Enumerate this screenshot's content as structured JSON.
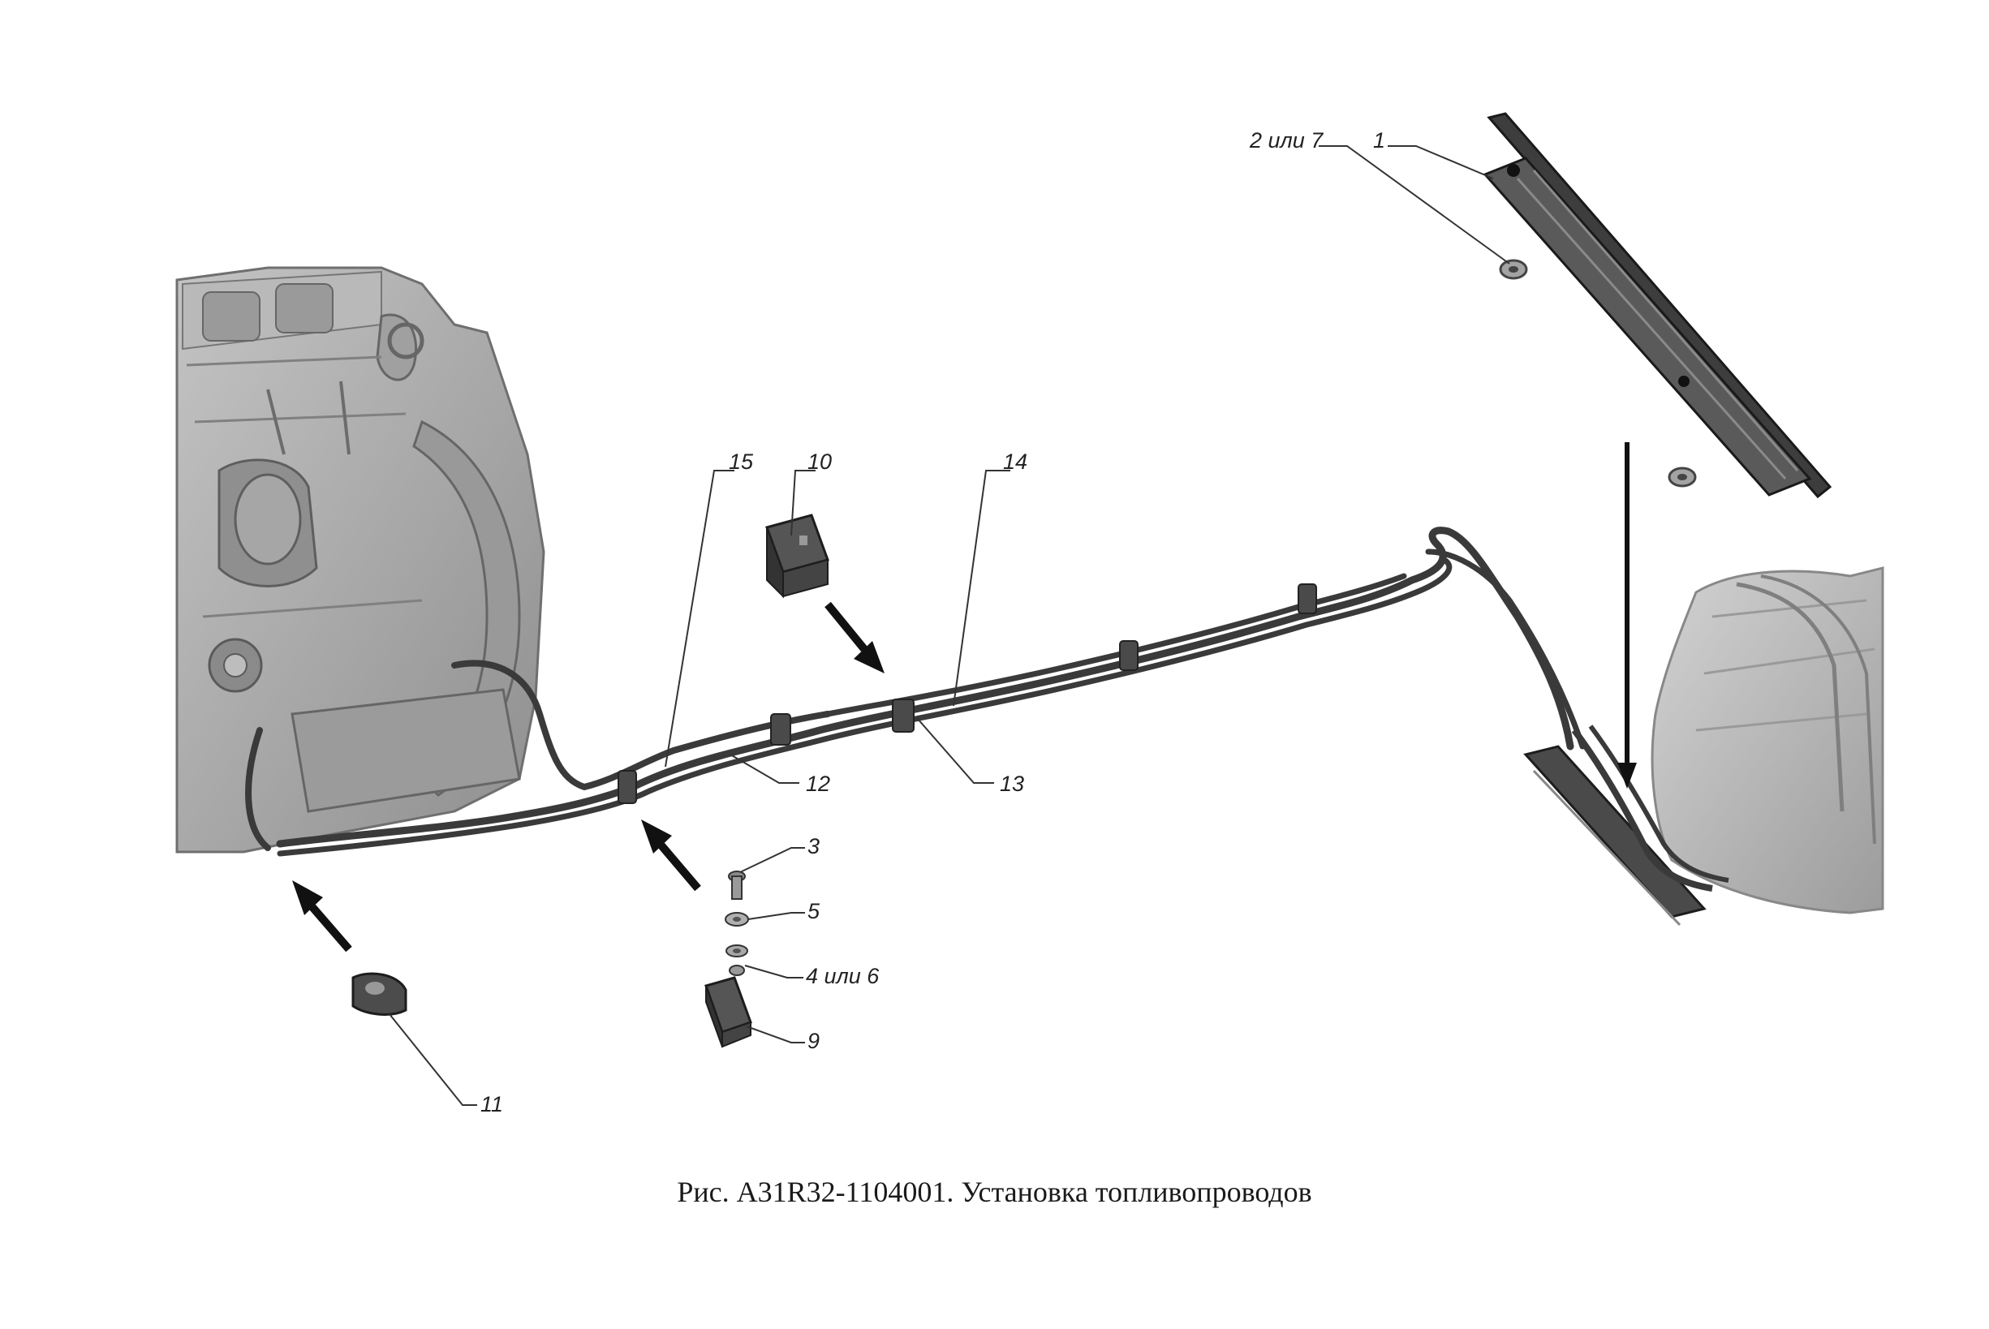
{
  "figure": {
    "caption": "Рис. A31R32-1104001. Установка топливопроводов",
    "colors": {
      "engine": "#a9a9a9",
      "engine_dark": "#7d7d7d",
      "pipe": "#3a3a3a",
      "bracket": "#4a4a4a",
      "tank": "#b8b8b8",
      "arrow": "#111111",
      "leader": "#333333"
    }
  },
  "callouts": {
    "c1": "1",
    "c2or7": "2 или 7",
    "c3": "3",
    "c4or6": "4 или 6",
    "c5": "5",
    "c9": "9",
    "c10": "10",
    "c11": "11",
    "c12": "12",
    "c13": "13",
    "c14": "14",
    "c15": "15"
  }
}
